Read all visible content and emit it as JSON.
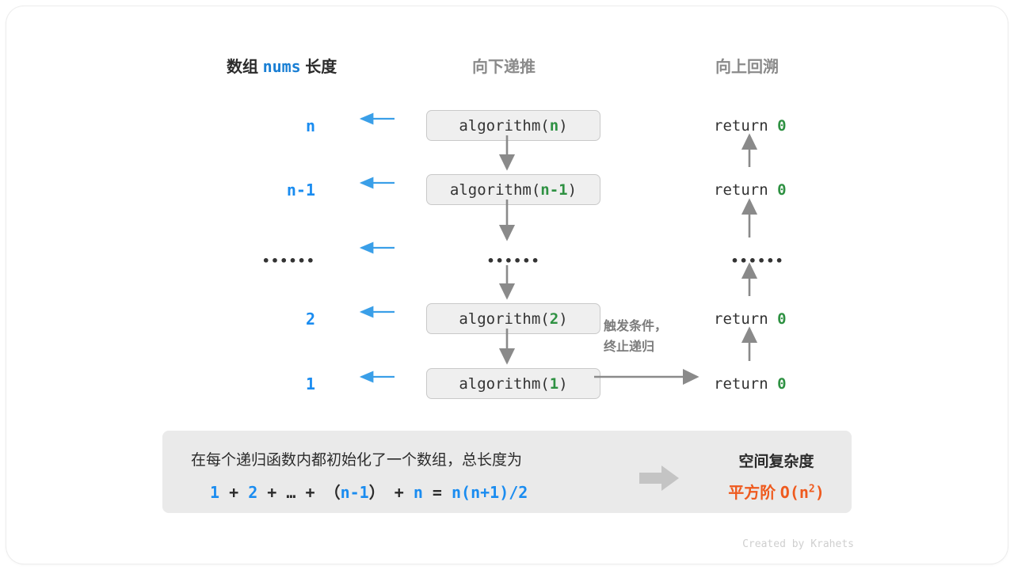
{
  "headers": {
    "left_prefix": "数组",
    "left_mono": "nums",
    "left_suffix": "长度",
    "middle": "向下递推",
    "right": "向上回溯"
  },
  "rows": [
    {
      "size": "n",
      "call_prefix": "algorithm(",
      "call_arg": "n",
      "call_suffix": ")",
      "ret_text": "return ",
      "ret_value": "0"
    },
    {
      "size": "n-1",
      "call_prefix": "algorithm(",
      "call_arg": "n-1",
      "call_suffix": ")",
      "ret_text": "return ",
      "ret_value": "0"
    },
    {
      "size": "••••••",
      "call_prefix": "",
      "call_arg": "",
      "call_suffix": "",
      "ret_text": "",
      "ret_value": ""
    },
    {
      "size": "2",
      "call_prefix": "algorithm(",
      "call_arg": "2",
      "call_suffix": ")",
      "ret_text": "return ",
      "ret_value": "0"
    },
    {
      "size": "1",
      "call_prefix": "algorithm(",
      "call_arg": "1",
      "call_suffix": ")",
      "ret_text": "return ",
      "ret_value": "0"
    }
  ],
  "ellipsis_glyph": "••••••",
  "note": {
    "line1": "触发条件，",
    "line2": "终止递归"
  },
  "summary": {
    "description": "在每个递归函数内都初始化了一个数组，总长度为",
    "formula": {
      "t1": "1",
      "op1": "+",
      "t2": "2",
      "op2": "+",
      "t3": "…",
      "op3": "+",
      "paren_open": "（",
      "t4": "n-1",
      "paren_close": "）",
      "op4": "+",
      "t5": "n",
      "eq": "=",
      "result": "n(n+1)/2"
    },
    "title": "空间复杂度",
    "value_label": "平方阶",
    "value_mono": "O(n",
    "value_exp": "2",
    "value_tail": ")"
  },
  "footer": "Created by Krahets",
  "colors": {
    "blue": "#1a8cf0",
    "green": "#2e9142",
    "orange": "#ef5a1e",
    "gray": "#8a8a8a",
    "box_fill": "#efefef",
    "panel_fill": "#eaeaea"
  }
}
